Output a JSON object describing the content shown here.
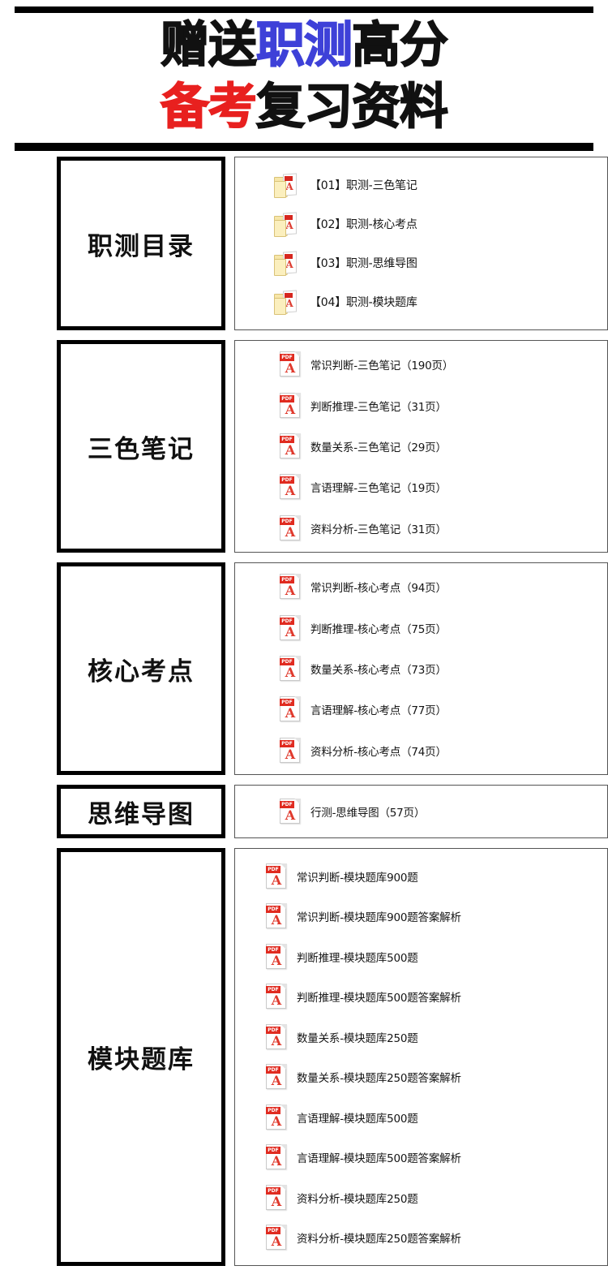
{
  "header": {
    "line1": [
      {
        "text": "赠送",
        "color": "#111111"
      },
      {
        "text": "职测",
        "color": "#3E41D8"
      },
      {
        "text": "高分",
        "color": "#111111"
      }
    ],
    "line2": [
      {
        "text": "备考",
        "color": "#E8201F"
      },
      {
        "text": "复习资料",
        "color": "#111111"
      }
    ],
    "line1_plain": "赠送职测高分",
    "line2_plain": "备考复习资料",
    "accent_blue": "#3E41D8",
    "accent_red": "#E8201F",
    "rule_color": "#000000"
  },
  "sections": [
    {
      "id": "directory",
      "label": "职测目录",
      "icon": "folder-icon",
      "items": [
        {
          "name": "【01】职测-三色笔记"
        },
        {
          "name": "【02】职测-核心考点"
        },
        {
          "name": "【03】职测-思维导图"
        },
        {
          "name": "【04】职测-模块题库"
        }
      ]
    },
    {
      "id": "three-color-notes",
      "label": "三色笔记",
      "icon": "pdf-icon",
      "items": [
        {
          "name": "常识判断-三色笔记（190页）"
        },
        {
          "name": "判断推理-三色笔记（31页）"
        },
        {
          "name": "数量关系-三色笔记（29页）"
        },
        {
          "name": "言语理解-三色笔记（19页）"
        },
        {
          "name": "资料分析-三色笔记（31页）"
        }
      ]
    },
    {
      "id": "core-points",
      "label": "核心考点",
      "icon": "pdf-icon",
      "items": [
        {
          "name": "常识判断-核心考点（94页）"
        },
        {
          "name": "判断推理-核心考点（75页）"
        },
        {
          "name": "数量关系-核心考点（73页）"
        },
        {
          "name": "言语理解-核心考点（77页）"
        },
        {
          "name": "资料分析-核心考点（74页）"
        }
      ]
    },
    {
      "id": "mind-map",
      "label": "思维导图",
      "icon": "pdf-icon",
      "items": [
        {
          "name": "行测-思维导图（57页）"
        }
      ]
    },
    {
      "id": "module-bank",
      "label": "模块题库",
      "icon": "pdf-icon",
      "items": [
        {
          "name": "常识判断-模块题库900题"
        },
        {
          "name": "常识判断-模块题库900题答案解析"
        },
        {
          "name": "判断推理-模块题库500题"
        },
        {
          "name": "判断推理-模块题库500题答案解析"
        },
        {
          "name": "数量关系-模块题库250题"
        },
        {
          "name": "数量关系-模块题库250题答案解析"
        },
        {
          "name": "言语理解-模块题库500题"
        },
        {
          "name": "言语理解-模块题库500题答案解析"
        },
        {
          "name": "资料分析-模块题库250题"
        },
        {
          "name": "资料分析-模块题库250题答案解析"
        }
      ]
    }
  ],
  "icon_labels": {
    "pdf_band": "PDF",
    "pdf_glyph": "A",
    "folder_glyph": "A"
  }
}
